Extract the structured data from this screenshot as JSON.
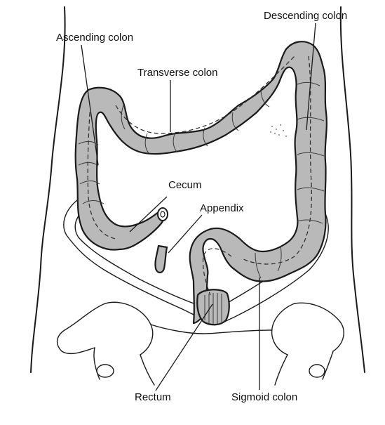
{
  "labels": {
    "ascending_colon": "Ascending colon",
    "descending_colon": "Descending colon",
    "transverse_colon": "Transverse colon",
    "cecum": "Cecum",
    "appendix": "Appendix",
    "rectum": "Rectum",
    "sigmoid_colon": "Sigmoid colon"
  },
  "colors": {
    "organ_fill": "#b9b9b9",
    "line": "#1a1a1a",
    "background": "#ffffff"
  }
}
